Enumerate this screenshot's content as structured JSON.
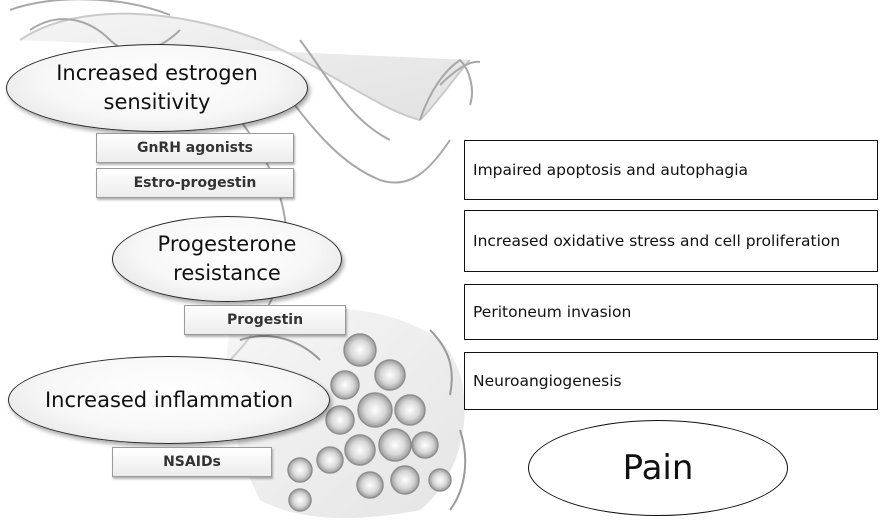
{
  "ellipses": {
    "estrogen": "Increased estrogen sensitivity",
    "progesterone": "Progesterone resistance",
    "inflammation": "Increased inflammation"
  },
  "drugs": {
    "gnrh": "GnRH agonists",
    "estro_progestin": "Estro-progestin",
    "progestin": "Progestin",
    "nsaids": "NSAIDs"
  },
  "effects": [
    "Impaired apoptosis and autophagia",
    "Increased oxidative stress and cell proliferation",
    "Peritoneum invasion",
    "Neuroangiogenesis"
  ],
  "outcome": "Pain",
  "colors": {
    "border": "#111111",
    "drug_border": "#9a9a9a",
    "illustration": "#bdbdbd"
  }
}
